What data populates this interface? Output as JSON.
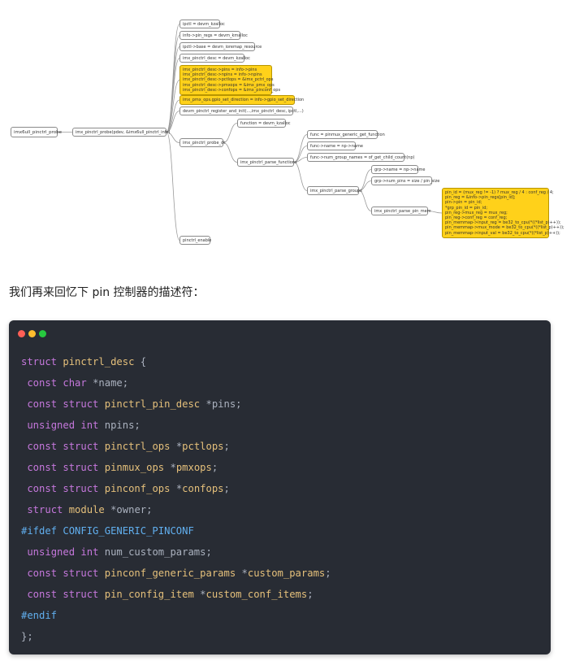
{
  "mindmap": {
    "nodes": [
      {
        "id": "root",
        "text": [
          "imx6ull_pinctrl_probe"
        ]
      },
      {
        "id": "n1",
        "text": [
          "imx_pinctrl_probe(pdev, &imx6ull_pinctrl_info)"
        ]
      },
      {
        "id": "c1",
        "text": [
          "ipctl = devm_kzalloc"
        ]
      },
      {
        "id": "c2",
        "text": [
          "info->pin_regs = devm_kmalloc"
        ]
      },
      {
        "id": "c3",
        "text": [
          "ipctl->base = devm_ioremap_resource"
        ]
      },
      {
        "id": "c4",
        "text": [
          "imx_pinctrl_desc = devm_kzalloc"
        ]
      },
      {
        "id": "c5",
        "text": [
          "imx_pinctrl_desc->pins = info->pins",
          "imx_pinctrl_desc->npins = info->npins",
          "imx_pinctrl_desc->pctlops = &imx_pctrl_ops",
          "imx_pinctrl_desc->pmxops = &imx_pmx_ops",
          "imx_pinctrl_desc->confops = &imx_pinconf_ops"
        ]
      },
      {
        "id": "c6",
        "text": [
          "imx_pmx_ops.gpio_set_direction = info->gpio_set_direction"
        ]
      },
      {
        "id": "c7",
        "text": [
          "devm_pinctrl_register_and_init(...,imx_pinctrl_desc, ipctl,...)"
        ]
      },
      {
        "id": "c8",
        "text": [
          "imx_pinctrl_probe_dt"
        ]
      },
      {
        "id": "c9",
        "text": [
          "pinctrl_enable"
        ]
      },
      {
        "id": "d1",
        "text": [
          "function = devm_kzalloc"
        ]
      },
      {
        "id": "d2",
        "text": [
          "imx_pinctrl_parse_functions"
        ]
      },
      {
        "id": "e1",
        "text": [
          "func = pinmux_generic_get_function"
        ]
      },
      {
        "id": "e2",
        "text": [
          "func->name = np->name"
        ]
      },
      {
        "id": "e3",
        "text": [
          "func->num_group_names = of_get_child_count(np)"
        ]
      },
      {
        "id": "e4",
        "text": [
          "imx_pinctrl_parse_groups"
        ]
      },
      {
        "id": "f1",
        "text": [
          "grp->name = np->name"
        ]
      },
      {
        "id": "f2",
        "text": [
          "grp->num_pins = size / pin_size"
        ]
      },
      {
        "id": "f3",
        "text": [
          "imx_pinctrl_parse_pin_mem"
        ]
      },
      {
        "id": "g1",
        "text": [
          "pin_id = (mux_reg != -1) ? mux_reg / 4 : conf_reg / 4;",
          "pin_reg = &info->pin_regs[pin_id];",
          "pin->pin = pin_id;",
          "*grp_pin_id = pin_id;",
          "pin_reg->mux_reg = mux_reg;",
          "pin_reg->conf_reg = conf_reg;",
          "pin_memmap->input_reg = be32_to_cpu(*((*list_p)++));",
          "pin_memmap->mux_mode = be32_to_cpu(*((*list_p)++));",
          "pin_memmap->input_val = be32_to_cpu(*((*list_p)++));"
        ]
      }
    ]
  },
  "intro": "我们再来回忆下 pin 控制器的描述符：",
  "code": {
    "dots": [
      "#ff5f56",
      "#ffbd2e",
      "#27c93f"
    ],
    "lines": [
      [
        [
          "kw",
          "struct "
        ],
        [
          "ty",
          "pinctrl_desc "
        ],
        [
          "pn",
          "{"
        ]
      ],
      [
        [
          "pn",
          " "
        ],
        [
          "kw",
          "const "
        ],
        [
          "kw",
          "char "
        ],
        [
          "pn",
          "*name;"
        ]
      ],
      [
        [
          "pn",
          " "
        ],
        [
          "kw",
          "const "
        ],
        [
          "kw",
          "struct "
        ],
        [
          "ty",
          "pinctrl_pin_desc "
        ],
        [
          "pn",
          "*pins;"
        ]
      ],
      [
        [
          "pn",
          " "
        ],
        [
          "kw",
          "unsigned "
        ],
        [
          "kw",
          "int "
        ],
        [
          "pn",
          "npins;"
        ]
      ],
      [
        [
          "pn",
          " "
        ],
        [
          "kw",
          "const "
        ],
        [
          "kw",
          "struct "
        ],
        [
          "ty",
          "pinctrl_ops "
        ],
        [
          "pn",
          "*"
        ],
        [
          "ty",
          "pctlops"
        ],
        [
          "pn",
          ";"
        ]
      ],
      [
        [
          "pn",
          " "
        ],
        [
          "kw",
          "const "
        ],
        [
          "kw",
          "struct "
        ],
        [
          "ty",
          "pinmux_ops "
        ],
        [
          "pn",
          "*"
        ],
        [
          "ty",
          "pmxops"
        ],
        [
          "pn",
          ";"
        ]
      ],
      [
        [
          "pn",
          " "
        ],
        [
          "kw",
          "const "
        ],
        [
          "kw",
          "struct "
        ],
        [
          "ty",
          "pinconf_ops "
        ],
        [
          "pn",
          "*"
        ],
        [
          "ty",
          "confops"
        ],
        [
          "pn",
          ";"
        ]
      ],
      [
        [
          "pn",
          " "
        ],
        [
          "kw",
          "struct "
        ],
        [
          "ty",
          "module "
        ],
        [
          "pn",
          "*owner;"
        ]
      ],
      [
        [
          "pp",
          "#ifdef "
        ],
        [
          "pp",
          "CONFIG_GENERIC_PINCONF"
        ]
      ],
      [
        [
          "pn",
          " "
        ],
        [
          "kw",
          "unsigned "
        ],
        [
          "kw",
          "int "
        ],
        [
          "pn",
          "num_custom_params;"
        ]
      ],
      [
        [
          "pn",
          " "
        ],
        [
          "kw",
          "const "
        ],
        [
          "kw",
          "struct "
        ],
        [
          "ty",
          "pinconf_generic_params "
        ],
        [
          "pn",
          "*"
        ],
        [
          "ty",
          "custom_params"
        ],
        [
          "pn",
          ";"
        ]
      ],
      [
        [
          "pn",
          " "
        ],
        [
          "kw",
          "const "
        ],
        [
          "kw",
          "struct "
        ],
        [
          "ty",
          "pin_config_item "
        ],
        [
          "pn",
          "*"
        ],
        [
          "ty",
          "custom_conf_items"
        ],
        [
          "pn",
          ";"
        ]
      ],
      [
        [
          "pp",
          "#endif"
        ]
      ],
      [
        [
          "pn",
          "};"
        ]
      ]
    ]
  }
}
